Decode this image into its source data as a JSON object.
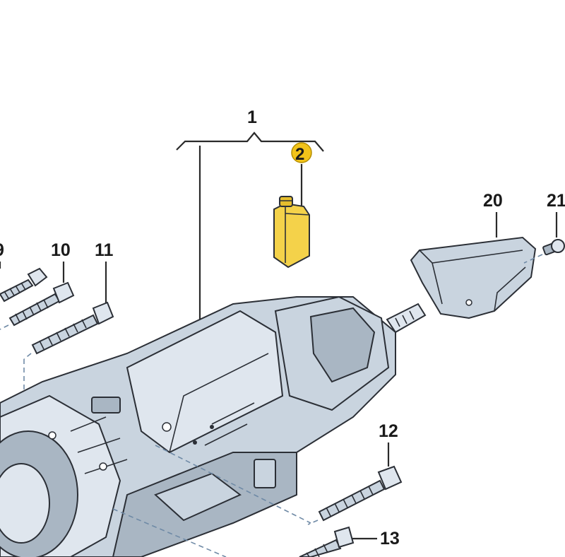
{
  "diagram": {
    "callouts": {
      "c1": "1",
      "c2": "2",
      "c9": "9",
      "c10": "10",
      "c11": "11",
      "c12": "12",
      "c13": "13",
      "c20": "20",
      "c21": "21"
    },
    "highlight_color": "#f2c31a",
    "part_color": "#c9d4df"
  }
}
